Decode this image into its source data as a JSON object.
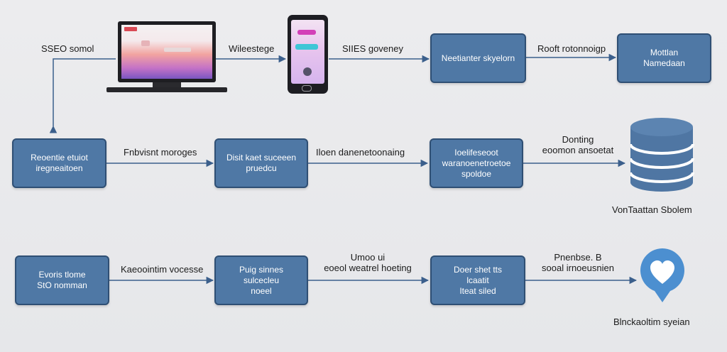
{
  "row1": {
    "label_left": "SSEO somol",
    "label_device": "Wileestege",
    "label_gateway": "SIIES goveney",
    "box_system": "Neetianter skyelorn",
    "label_route": "Rooft rotonnoigp",
    "box_right": [
      "Mottlan",
      "Namedaan"
    ]
  },
  "row2": {
    "box_left": [
      "Reoentie etuiot",
      "iregneaitoen"
    ],
    "label_1": "Fnbvisnt moroges",
    "box_mid": [
      "Disit kaet suceeen",
      "pruedcu"
    ],
    "label_2": "Iloen danenetoonaing",
    "box_right": [
      "Ioelifeseoot",
      "waranoenetroetoe",
      "spoldoe"
    ],
    "label_3": [
      "Donting",
      "eoomon ansoetat"
    ],
    "caption": "VonTaattan Sbolem"
  },
  "row3": {
    "box_left": [
      "Evoris tlome",
      "StO nomman"
    ],
    "label_1": "Kaeoointim vocesse",
    "box_mid": [
      "Puig sinnes",
      "sulcecleu",
      "noeel"
    ],
    "label_2": [
      "Umoo ui",
      "eoeol weatrel hoeting"
    ],
    "box_right": [
      "Doer shet tts",
      "lcaatit",
      "Iteat siled"
    ],
    "label_3": [
      "Pnenbse. B",
      "sooal irnoeusnien"
    ],
    "caption": "Blnckaoltim syeian"
  },
  "colors": {
    "box_fill": "#4f78a5",
    "box_border": "#2f4f74",
    "arrow": "#3b5f8c",
    "database": "#4f76a3",
    "heart_pin": "#4c8fd0"
  },
  "icons": [
    "laptop-icon",
    "smartphone-icon",
    "database-icon",
    "heart-pin-icon"
  ]
}
